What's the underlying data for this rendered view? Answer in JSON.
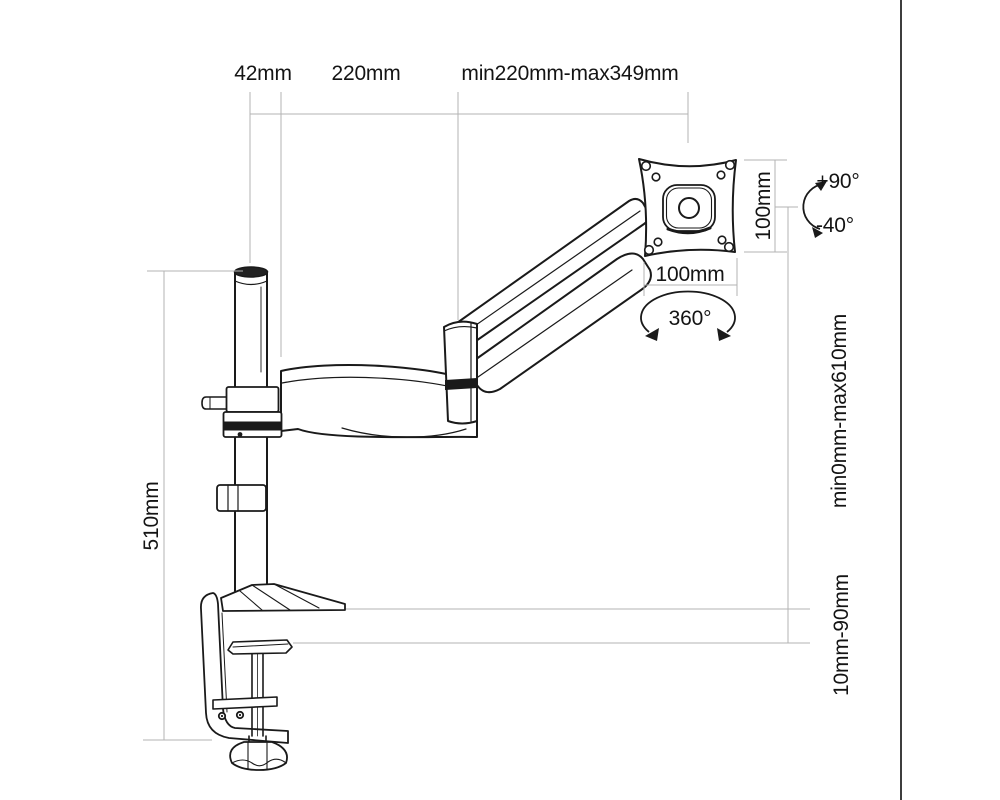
{
  "title": "Gas-spring desk-mount monitor arm technical dimension diagram",
  "colors": {
    "line": "#1a1a1a",
    "dimension": "#b3b3b3",
    "text": "#141414",
    "border": "#3d3d3d",
    "background": "#ffffff"
  },
  "labels": {
    "top": {
      "pole_offset": "42mm",
      "arm_length": "220mm",
      "extension_range": "min220mm-max349mm"
    },
    "vesa": {
      "height": "100mm",
      "width": "100mm",
      "tilt_up": "+90°",
      "tilt_down": "-40°",
      "rotation": "360°"
    },
    "right": {
      "height_range": "min0mm-max610mm",
      "desk_thickness": "10mm-90mm"
    },
    "left": {
      "pole_height": "510mm"
    }
  }
}
